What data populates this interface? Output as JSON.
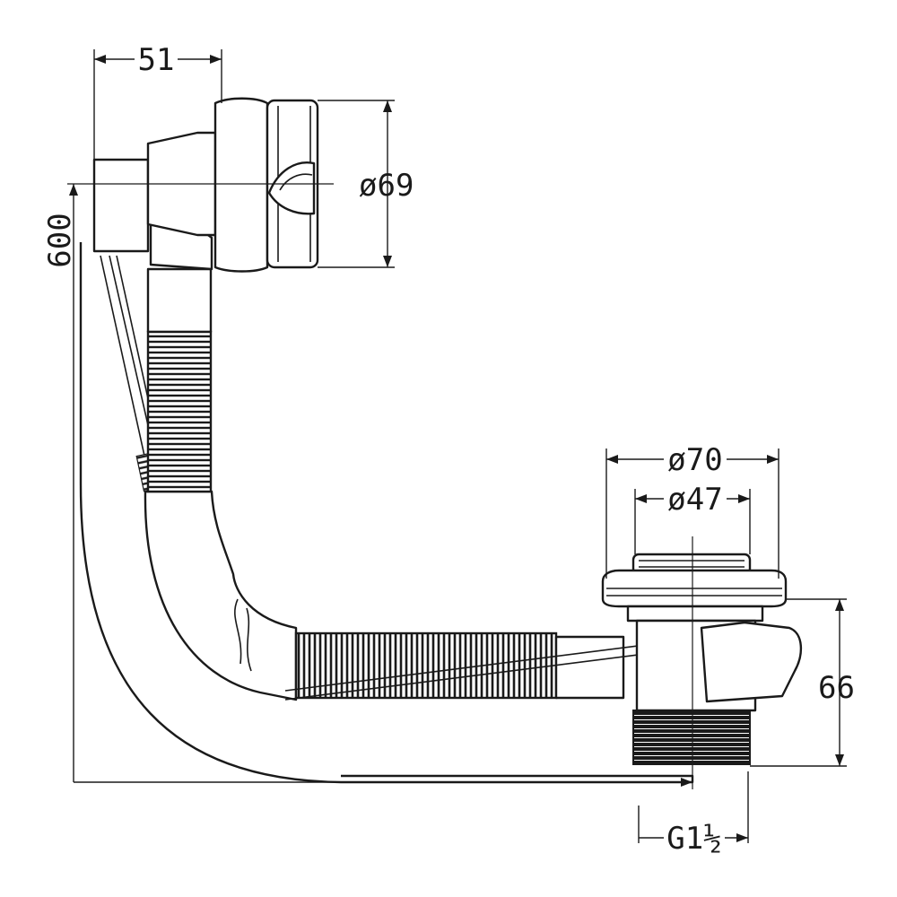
{
  "dimensions": {
    "top_offset": "51",
    "overflow_diameter": "ø69",
    "height_label": "600",
    "waste_outer_diameter": "ø70",
    "waste_inner_diameter": "ø47",
    "waste_height": "66",
    "thread": "G1½"
  },
  "colors": {
    "line": "#1a1a1a",
    "background": "#ffffff"
  }
}
